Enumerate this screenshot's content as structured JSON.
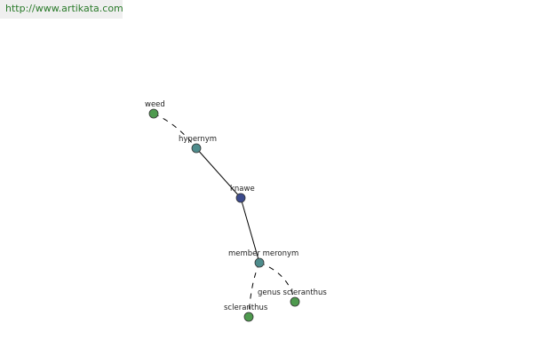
{
  "site": {
    "url": "http://www.artikata.com"
  },
  "graph": {
    "colors": {
      "central": "#3b4a8c",
      "relation": "#4e8c8c",
      "leaf": "#4e9a4e"
    },
    "nodes": [
      {
        "id": "weed",
        "label": "weed",
        "type": "leaf"
      },
      {
        "id": "hypernym",
        "label": "hypernym",
        "type": "relation"
      },
      {
        "id": "knawe",
        "label": "knawe",
        "type": "central"
      },
      {
        "id": "member_meronym",
        "label": "member meronym",
        "type": "relation"
      },
      {
        "id": "genus_scleranthus",
        "label": "genus scleranthus",
        "type": "leaf"
      },
      {
        "id": "scleranthus",
        "label": "scleranthus",
        "type": "leaf"
      }
    ],
    "edges": [
      {
        "from": "weed",
        "to": "hypernym",
        "style": "dashed"
      },
      {
        "from": "hypernym",
        "to": "knawe",
        "style": "solid"
      },
      {
        "from": "knawe",
        "to": "member_meronym",
        "style": "solid"
      },
      {
        "from": "member_meronym",
        "to": "genus_scleranthus",
        "style": "dashed"
      },
      {
        "from": "member_meronym",
        "to": "scleranthus",
        "style": "dashed"
      }
    ]
  }
}
